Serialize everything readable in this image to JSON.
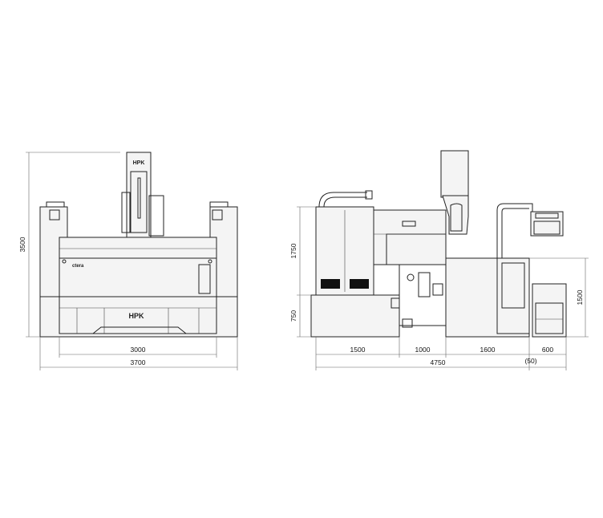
{
  "front_view": {
    "dimensions": {
      "height": "3500",
      "inner_width": "3000",
      "overall_width": "3700"
    },
    "column_logo": "HPK",
    "base_logo": "HPK",
    "brand_label": "ctera"
  },
  "side_view": {
    "dimensions": {
      "upper_height": "1750",
      "lower_height": "750",
      "right_height": "1500",
      "seg_1": "1500",
      "seg_2": "1000",
      "seg_3": "1600",
      "seg_4": "600",
      "overall_width": "4750",
      "offset": "(50)"
    }
  }
}
